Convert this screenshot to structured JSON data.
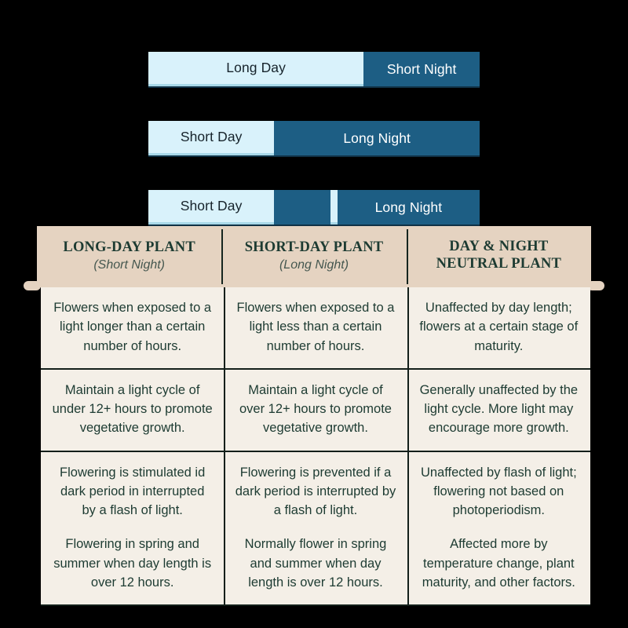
{
  "diagram": {
    "name": "photoperiod-light-cycle-bars",
    "colors": {
      "day": "#d9f2fb",
      "night": "#1d5e84",
      "day_text": "#16232b",
      "night_text": "#ffffff"
    },
    "bars": [
      {
        "id": "long-day-short-night",
        "segments": [
          {
            "type": "day",
            "label": "Long Day",
            "flex": 65
          },
          {
            "type": "night",
            "label": "Short Night",
            "flex": 35
          }
        ]
      },
      {
        "id": "short-day-long-night",
        "segments": [
          {
            "type": "day",
            "label": "Short Day",
            "flex": 38
          },
          {
            "type": "night",
            "label": "Long Night",
            "flex": 62
          }
        ]
      },
      {
        "id": "short-day-long-night-flash",
        "segments": [
          {
            "type": "day",
            "label": "Short Day",
            "flex": 38
          },
          {
            "type": "night",
            "label": "",
            "flex": 17
          },
          {
            "type": "flash",
            "label": "",
            "flex": 0
          },
          {
            "type": "night",
            "label": "Long Night",
            "flex": 43
          }
        ]
      }
    ]
  },
  "table": {
    "name": "photoperiodism-comparison-table",
    "colors": {
      "header_bg": "#e5d3c1",
      "body_bg": "#f4efe7",
      "text": "#1d3b32",
      "rule": "#131f1a"
    },
    "columns": [
      {
        "title": "LONG-DAY PLANT",
        "subtitle": "(Short Night)"
      },
      {
        "title": "SHORT-DAY PLANT",
        "subtitle": "(Long Night)"
      },
      {
        "title": "DAY & NIGHT NEUTRAL PLANT",
        "subtitle": ""
      }
    ],
    "rows": [
      {
        "cells": [
          [
            "Flowers when exposed to a light longer than a certain number of hours."
          ],
          [
            "Flowers when exposed to a light less than a certain number of hours."
          ],
          [
            "Unaffected by day length; flowers at a certain stage of maturity."
          ]
        ]
      },
      {
        "cells": [
          [
            "Maintain a light cycle of under 12+ hours to promote vegetative growth."
          ],
          [
            "Maintain a light cycle of over 12+ hours to promote vegetative growth."
          ],
          [
            "Generally unaffected by the light cycle. More light may encourage more growth."
          ]
        ]
      },
      {
        "cells": [
          [
            "Flowering is stimulated id dark period in interrupted by a flash of light.",
            "Flowering in spring and summer when day length is over 12 hours."
          ],
          [
            "Flowering is prevented if a dark period is interrupted by a flash of light.",
            "Normally flower in spring and summer when day length is over 12 hours."
          ],
          [
            "Unaffected by flash of light; flowering not based on photoperiodism.",
            "Affected more by temperature change, plant maturity, and other factors."
          ]
        ]
      }
    ]
  }
}
